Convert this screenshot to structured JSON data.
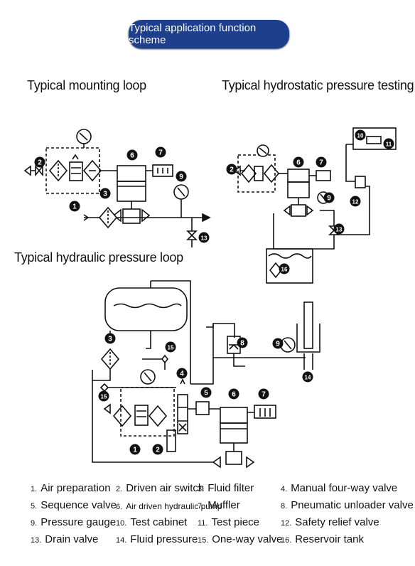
{
  "banner": {
    "title": "Typical application function scheme"
  },
  "headings": {
    "mounting": "Typical mounting loop",
    "hydrostatic": "Typical hydrostatic pressure testing",
    "hydraulic": "Typical hydraulic pressure loop"
  },
  "callouts": {
    "m": [
      "2",
      "1",
      "3",
      "6",
      "7",
      "9",
      "13"
    ],
    "h": [
      "2",
      "6",
      "7",
      "9",
      "10",
      "11",
      "12",
      "13",
      "16"
    ],
    "p": [
      "3",
      "15",
      "4",
      "8",
      "9",
      "14",
      "15",
      "1",
      "2",
      "5",
      "6",
      "7"
    ]
  },
  "legend": [
    {
      "num": "1.",
      "label": "Air preparation"
    },
    {
      "num": "2.",
      "label": "Driven air switch"
    },
    {
      "num": "3.",
      "label": "Fluid filter"
    },
    {
      "num": "4.",
      "label": "Manual four-way valve"
    },
    {
      "num": "5.",
      "label": "Sequence valve"
    },
    {
      "num": "6.",
      "label": "Air driven hydraulic  pump"
    },
    {
      "num": "7.",
      "label": "Muffler"
    },
    {
      "num": "8.",
      "label": "Pneumatic  unloader valve"
    },
    {
      "num": "9.",
      "label": "Pressure gauge"
    },
    {
      "num": "10.",
      "label": "Test cabinet"
    },
    {
      "num": "11.",
      "label": "Test piece"
    },
    {
      "num": "12.",
      "label": "Safety relief valve"
    },
    {
      "num": "13.",
      "label": "Drain valve"
    },
    {
      "num": "14.",
      "label": "Fluid pressure"
    },
    {
      "num": "15.",
      "label": "One-way valve"
    },
    {
      "num": "16.",
      "label": "Reservoir tank"
    }
  ]
}
